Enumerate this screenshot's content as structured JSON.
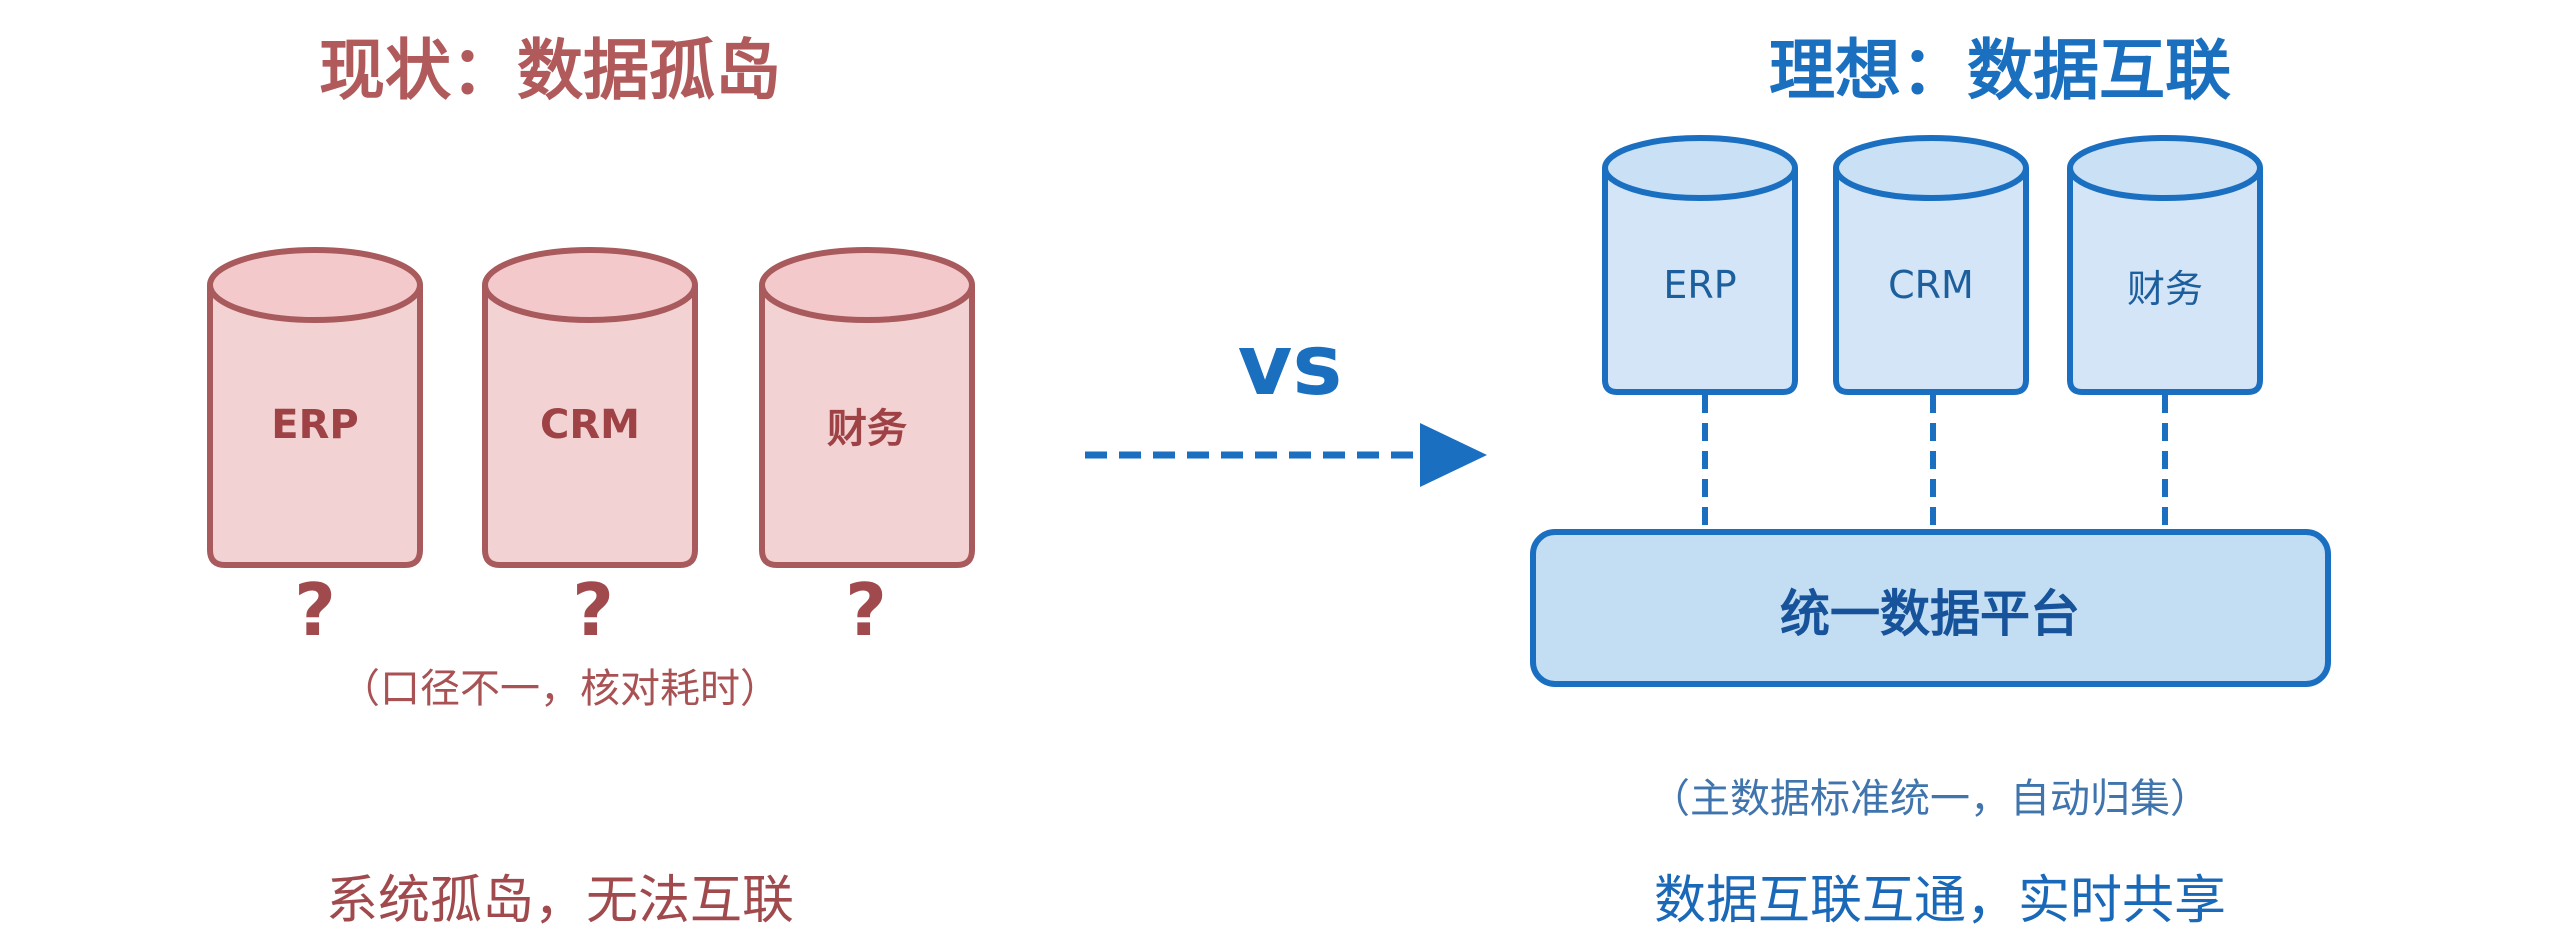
{
  "left": {
    "title": "现状：数据孤岛",
    "databases": [
      {
        "label": "ERP"
      },
      {
        "label": "CRM"
      },
      {
        "label": "财务"
      }
    ],
    "question_mark": "?",
    "note": "（口径不一，核对耗时）",
    "summary": "系统孤岛，无法互联"
  },
  "middle": {
    "vs": "vs"
  },
  "right": {
    "title": "理想：数据互联",
    "databases": [
      {
        "label": "ERP"
      },
      {
        "label": "CRM"
      },
      {
        "label": "财务"
      }
    ],
    "platform": "统一数据平台",
    "note": "（主数据标准统一，自动归集）",
    "summary": "数据互联互通，实时共享"
  },
  "colors": {
    "red_fill": "#f3d2d3",
    "red_stroke": "#a85a5c",
    "blue_fill": "#d3e5f6",
    "blue_stroke": "#1b6fc1",
    "platform_fill": "#c3ddf3"
  }
}
